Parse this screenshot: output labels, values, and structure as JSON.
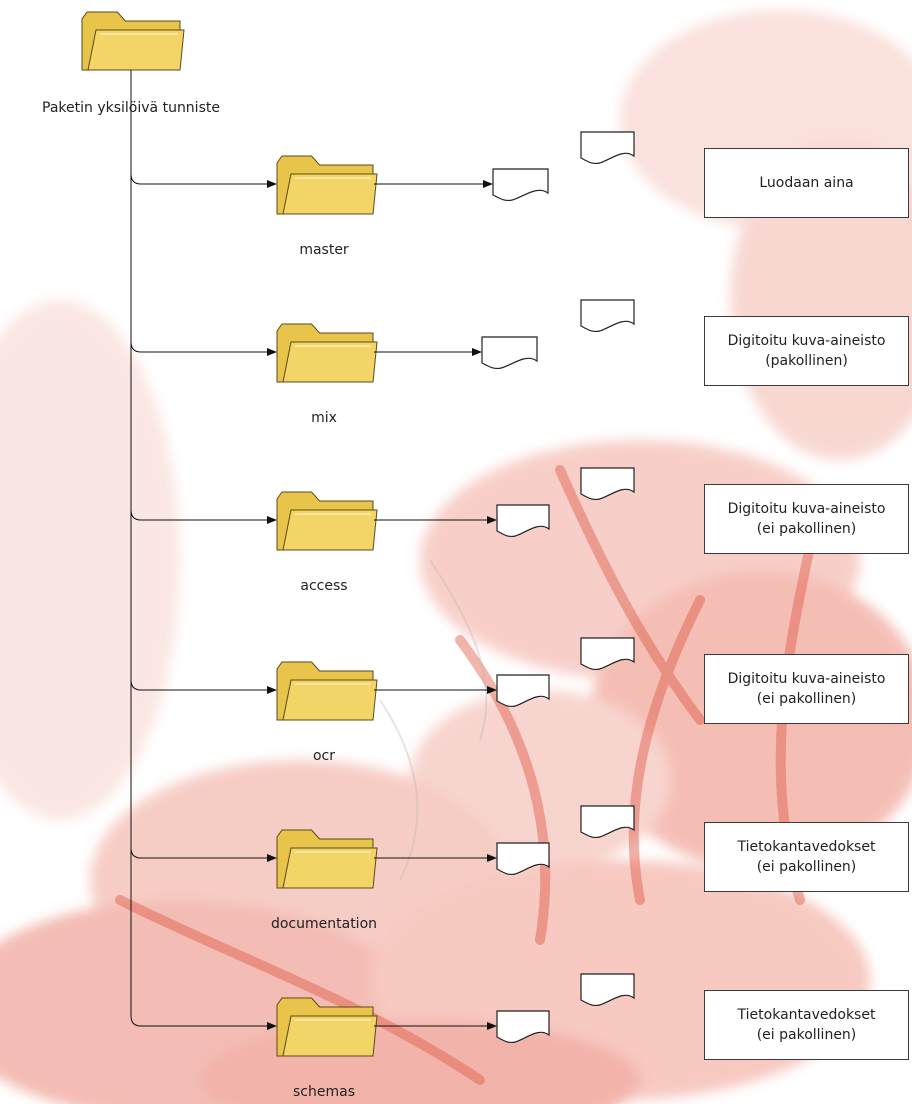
{
  "diagram": {
    "root": {
      "label": "Paketin yksilöivä tunniste",
      "icon": "folder-icon"
    },
    "folders": [
      {
        "name": "master",
        "description": [
          "Luodaan aina"
        ]
      },
      {
        "name": "mix",
        "description": [
          "Digitoitu kuva-aineisto",
          "(pakollinen)"
        ]
      },
      {
        "name": "access",
        "description": [
          "Digitoitu kuva-aineisto",
          "(ei pakollinen)"
        ]
      },
      {
        "name": "ocr",
        "description": [
          "Digitoitu kuva-aineisto",
          "(ei pakollinen)"
        ]
      },
      {
        "name": "documentation",
        "description": [
          "Tietokantavedokset",
          "(ei pakollinen)"
        ]
      },
      {
        "name": "schemas",
        "description": [
          "Tietokantavedokset",
          "(ei pakollinen)"
        ]
      }
    ]
  },
  "colors": {
    "folder_fill": "#e8c44a",
    "folder_front": "#f3d567",
    "folder_outline": "#5a4a1a",
    "line": "#111111",
    "map_red": "#e8604a",
    "map_pink": "#f2a9a0"
  }
}
